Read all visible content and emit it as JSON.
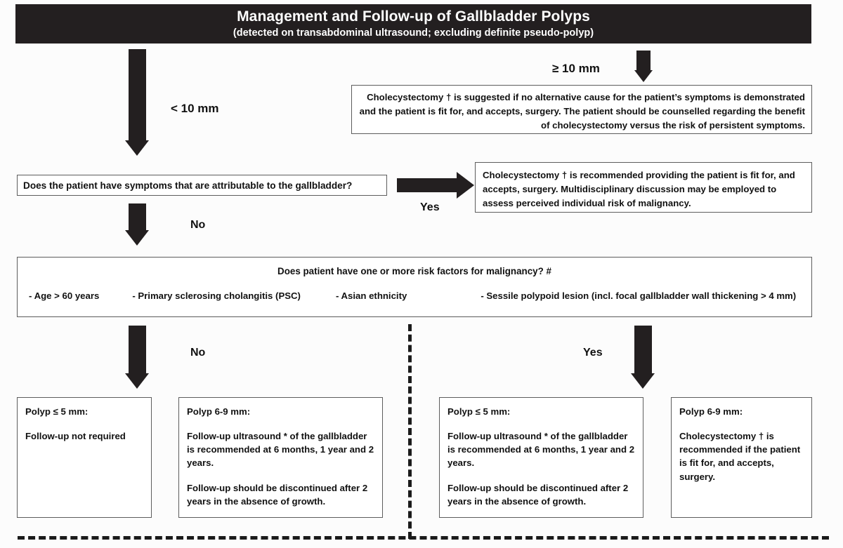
{
  "header": {
    "title": "Management and Follow-up of Gallbladder Polyps",
    "subtitle": "(detected on transabdominal ultrasound; excluding definite pseudo-polyp)"
  },
  "labels": {
    "size_lt10": "< 10 mm",
    "size_ge10": "≥ 10 mm",
    "symptoms_yes": "Yes",
    "symptoms_no": "No",
    "risk_no": "No",
    "risk_yes": "Yes"
  },
  "boxes": {
    "ge10_recommendation": "Cholecystectomy † is suggested if no alternative cause for the patient’s symptoms is demonstrated and the patient is fit for, and accepts, surgery. The patient should be counselled regarding the benefit of cholecystectomy versus the risk of persistent symptoms.",
    "symptoms_question": "Does the patient have symptoms that are attributable to the gallbladder?",
    "yes_cholecystectomy": "Cholecystectomy † is recommended providing the patient is fit for, and accepts, surgery. Multidisciplinary discussion may be employed to assess perceived individual risk of malignancy.",
    "risk_question": "Does patient have one or more risk factors for malignancy? #",
    "risk_factors": [
      "-   Age > 60 years",
      "- Primary sclerosing cholangitis (PSC)",
      "- Asian ethnicity",
      "- Sessile polypoid lesion (incl. focal gallbladder wall thickening > 4 mm)"
    ]
  },
  "outcomes": [
    {
      "heading": "Polyp ≤ 5 mm:",
      "paragraphs": [
        "Follow-up not required"
      ]
    },
    {
      "heading": "Polyp 6-9 mm:",
      "paragraphs": [
        "Follow-up ultrasound * of the gallbladder is recommended at 6 months, 1 year and 2 years.",
        "Follow-up should be discontinued after 2 years in the absence of growth."
      ]
    },
    {
      "heading": "Polyp ≤ 5 mm:",
      "paragraphs": [
        "Follow-up ultrasound * of the gallbladder is recommended at 6 months, 1 year and 2 years.",
        "Follow-up should be discontinued after 2 years in the absence of growth."
      ]
    },
    {
      "heading": "Polyp 6-9 mm:",
      "paragraphs": [
        "Cholecystectomy † is recommended if the patient is fit for, and accepts, surgery."
      ]
    }
  ],
  "colors": {
    "header_background": "#231f20",
    "header_text": "#ffffff",
    "box_border": "#5d5d5d",
    "arrow": "#231f20",
    "page_background": "#fcfcfc"
  }
}
